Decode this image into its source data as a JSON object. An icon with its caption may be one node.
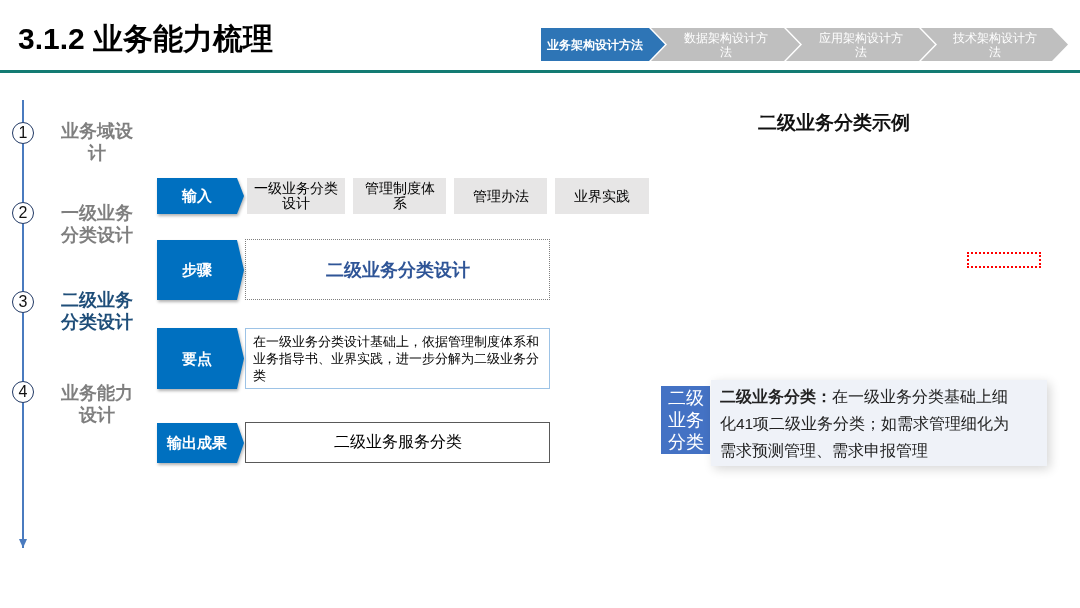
{
  "diagram": {
    "title": "3.1.2 业务能力梳理",
    "nodes": [
      {
        "text": [
          "业务架构设计方法"
        ]
      },
      {
        "text": [
          "数据架构设计方法"
        ]
      },
      {
        "text": [
          "应用架构设计方法"
        ]
      },
      {
        "text": [
          "技术架构设计方法"
        ]
      },
      {
        "text": [
          "1"
        ],
        "beside": [
          "业务域设计"
        ]
      },
      {
        "text": [
          "2"
        ],
        "beside": [
          "一级业务分类设计"
        ]
      },
      {
        "text": [
          "3"
        ],
        "beside": [
          "二级业务分类设计"
        ]
      },
      {
        "text": [
          "4"
        ],
        "beside": [
          "业务能力设计"
        ]
      },
      {
        "text": [
          "输入"
        ]
      },
      {
        "text": [
          "一级业务分类设计"
        ]
      },
      {
        "text": [
          "管理制度体系"
        ]
      },
      {
        "text": [
          "管理办法"
        ]
      },
      {
        "text": [
          "业界实践"
        ]
      },
      {
        "text": [
          "步骤"
        ]
      },
      {
        "text": [
          "二级业务分类设计"
        ]
      },
      {
        "text": [
          "要点"
        ]
      },
      {
        "text": [
          "在一级业务分类设计基础上，依据管理制度体系和业务指导书、业界实践，进一步分解为二级业务分类"
        ]
      },
      {
        "text": [
          "输出成果"
        ]
      },
      {
        "text": [
          "二级业务服务分类"
        ]
      },
      {
        "text": [],
        "shape": "box"
      },
      {
        "text": [
          "二级业务分类"
        ]
      },
      {
        "text": [
          "**二级业务分类：**在一级业务分类基础上细化41项二级业务分类；如需求管理细化为需求预测管理、需求申报管理"
        ]
      }
    ],
    "edges": [
      {
        "from": null,
        "to": 4,
        "arrow": "none"
      },
      {
        "from": 4,
        "to": 5,
        "arrow": "none"
      },
      {
        "from": 5,
        "to": 6,
        "arrow": "none"
      },
      {
        "from": 6,
        "to": 7,
        "arrow": "none"
      },
      {
        "from": 7,
        "to": null,
        "arrow": "to"
      }
    ],
    "labels": [
      "二级业务分类示例"
    ]
  }
}
